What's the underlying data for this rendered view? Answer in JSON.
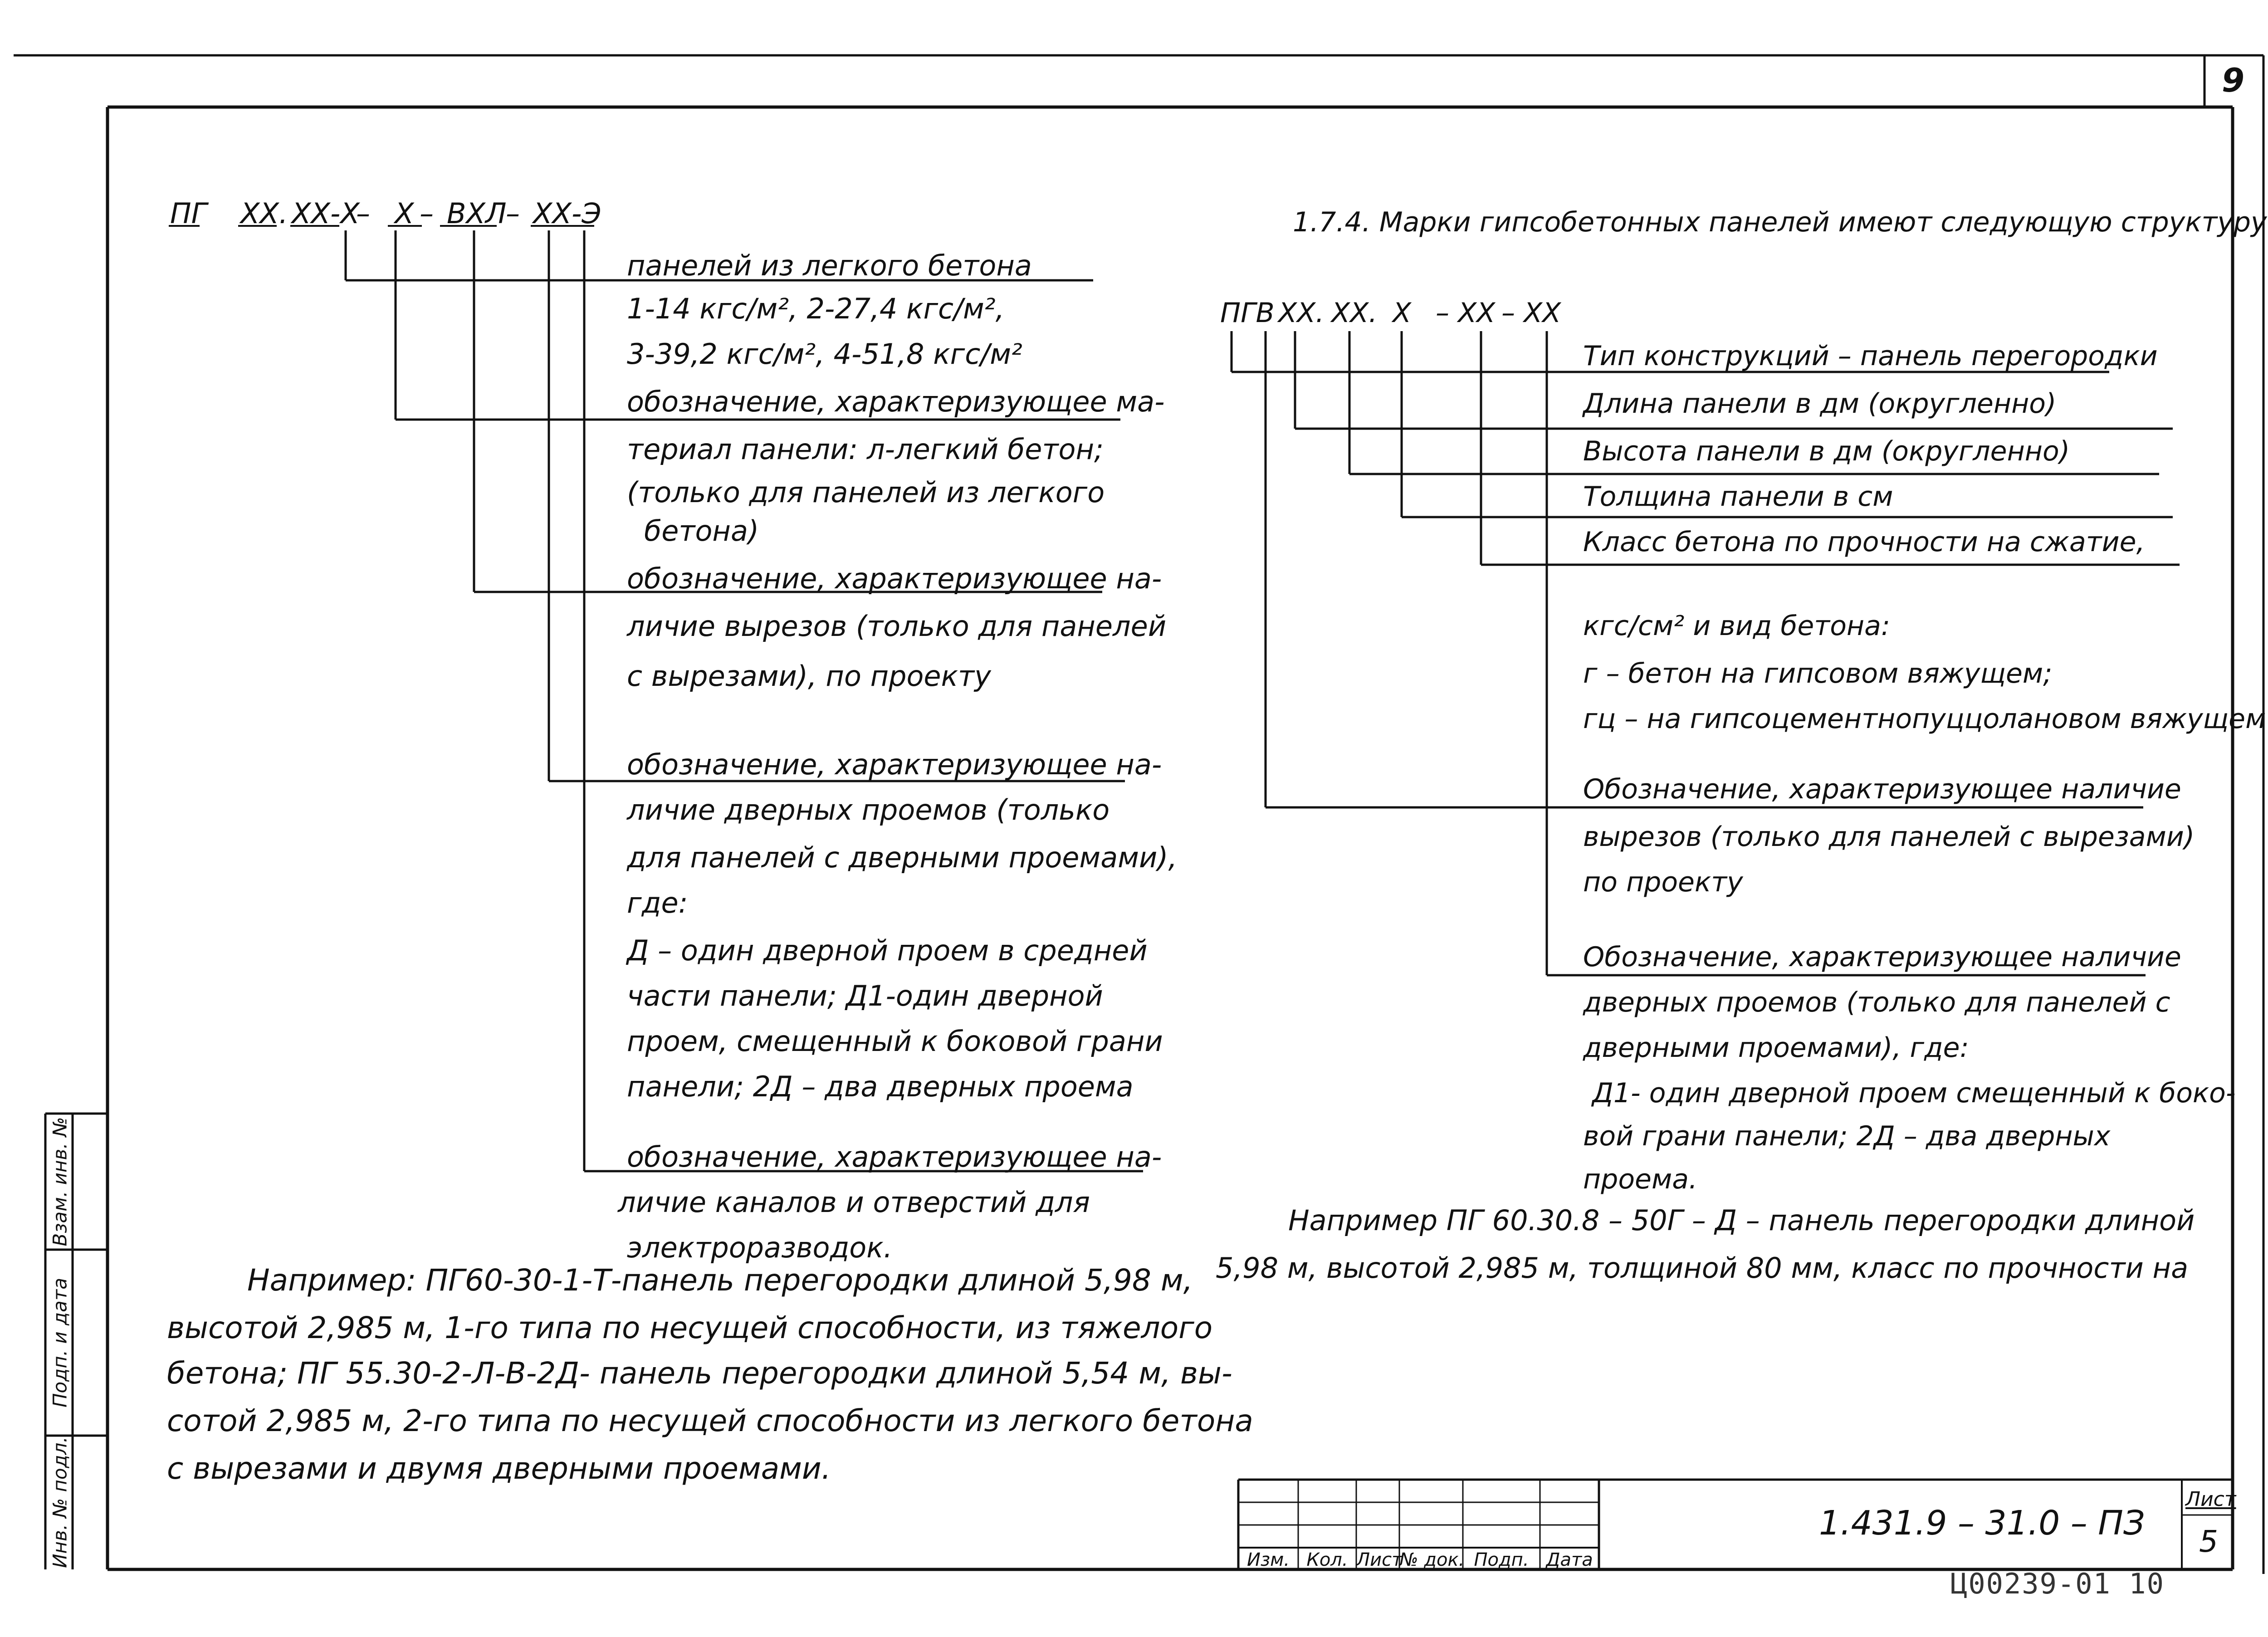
{
  "page": {
    "sheet_no": "9",
    "stamp_code": "Ц00239-01 10"
  },
  "left": {
    "formula": {
      "p1": "ПГ",
      "p2": "ХХ.",
      "p3": "ХХ-Х",
      "p4": "–",
      "p5": "Х",
      "p6": "–",
      "p7": "ВХЛ",
      "p8": "–",
      "p9": "ХХ-Э"
    },
    "legend": [
      "панелей из легкого бетона",
      "1-14 кгс/м², 2-27,4 кгс/м²,",
      "3-39,2 кгс/м², 4-51,8 кгс/м²",
      "обозначение, характеризующее ма-",
      "териал панели: л-легкий бетон;",
      "(только для панелей из легкого",
      "бетона)",
      "обозначение, характеризующее на-",
      "личие вырезов (только для панелей",
      "с вырезами), по проекту",
      "обозначение, характеризующее на-",
      "личие дверных проемов (только",
      "для панелей с дверными проемами),",
      "где:",
      "Д – один дверной проем в средней",
      "части панели; Д1-один дверной",
      "проем, смещенный к боковой грани",
      "панели; 2Д – два дверных проема",
      "обозначение, характеризующее на-",
      "личие каналов и отверстий для",
      "электроразводок."
    ],
    "example": [
      "Например: ПГ60-30-1-Т-панель перегородки длиной 5,98 м,",
      "высотой 2,985 м, 1-го типа по несущей способности, из тяжелого",
      "бетона; ПГ 55.30-2-Л-В-2Д- панель перегородки длиной 5,54 м, вы-",
      "сотой 2,985 м, 2-го типа по несущей способности из легкого бетона",
      "с вырезами и двумя дверными проемами."
    ]
  },
  "right": {
    "heading": "1.7.4. Марки гипсобетонных панелей имеют следующую структуру:",
    "formula": {
      "p1": "ПГВ",
      "p2": "ХХ.",
      "p3": "ХХ.",
      "p4": "Х",
      "p5": "– ХХ",
      "p6": "– ХХ"
    },
    "legend": [
      "Тип конструкций – панель перегородки",
      "Длина панели в дм (округленно)",
      "Высота панели в дм (округленно)",
      "Толщина панели в см",
      "Класс бетона по прочности на сжатие,",
      "кгс/см² и вид бетона:",
      "г – бетон на гипсовом вяжущем;",
      "гц – на гипсоцементнопуццолановом вяжущем",
      "Обозначение, характеризующее наличие",
      "вырезов (только для панелей с вырезами)",
      "по проекту",
      "Обозначение, характеризующее наличие",
      "дверных проемов (только для панелей с",
      "дверными проемами), где:",
      "Д1- один дверной проем смещенный к боко-",
      "вой грани панели; 2Д – два дверных",
      "проема."
    ],
    "example": [
      "Например ПГ 60.30.8 – 50Г – Д – панель перегородки длиной",
      "5,98 м, высотой 2,985 м, толщиной 80 мм, класс по прочности на"
    ]
  },
  "margin_stamp": [
    "Инв. № подл.",
    "Подп. и дата",
    "Взам. инв. №"
  ],
  "title_block": {
    "cells": [
      "Изм.",
      "Кол.",
      "Лист",
      "№ док.",
      "Подп.",
      "Дата"
    ],
    "doc_code": "1.431.9 – 31.0 – ПЗ",
    "sheet_label": "Лист",
    "sheet_value": "5"
  }
}
